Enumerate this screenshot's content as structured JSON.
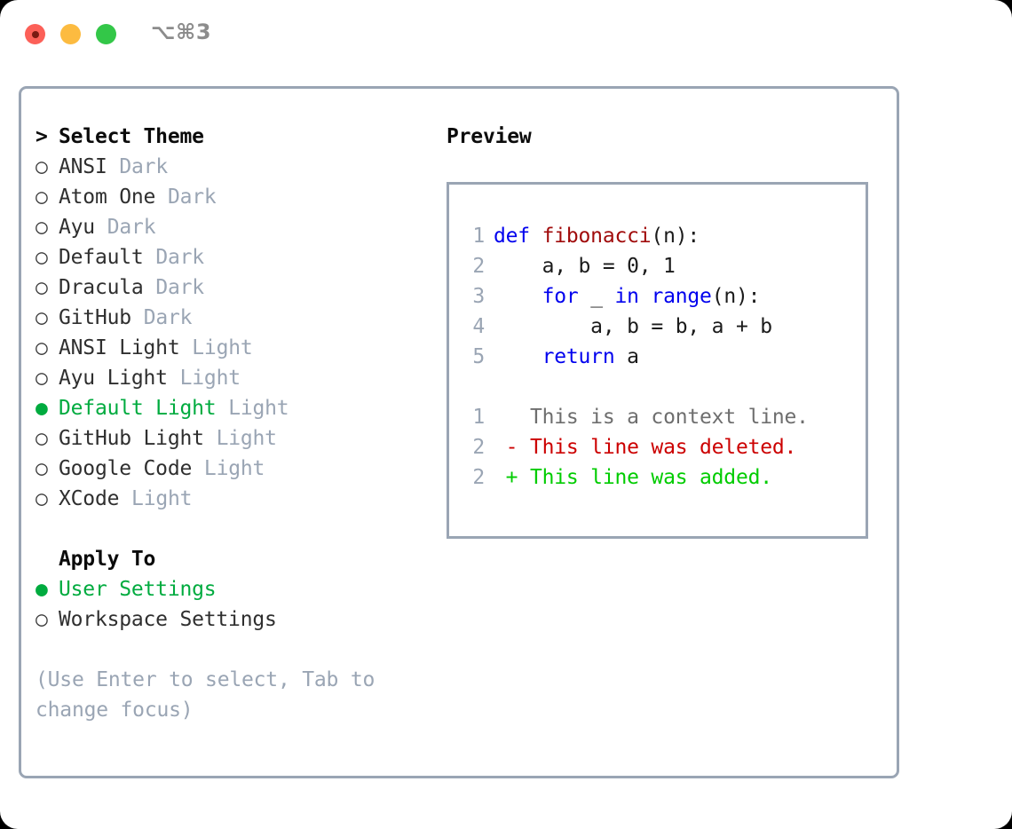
{
  "window": {
    "title": "⌥⌘3",
    "traffic_lights": [
      {
        "name": "close",
        "color": "#fc6058"
      },
      {
        "name": "minimize",
        "color": "#fcbb40"
      },
      {
        "name": "maximize",
        "color": "#33c748"
      }
    ]
  },
  "theme_list": {
    "header": "Select Theme",
    "caret": ">",
    "bullet_unselected": "○",
    "bullet_selected": "●",
    "items": [
      {
        "label": "ANSI",
        "tag": "Dark",
        "selected": false
      },
      {
        "label": "Atom One",
        "tag": "Dark",
        "selected": false
      },
      {
        "label": "Ayu",
        "tag": "Dark",
        "selected": false
      },
      {
        "label": "Default",
        "tag": "Dark",
        "selected": false
      },
      {
        "label": "Dracula",
        "tag": "Dark",
        "selected": false
      },
      {
        "label": "GitHub",
        "tag": "Dark",
        "selected": false
      },
      {
        "label": "ANSI Light",
        "tag": "Light",
        "selected": false
      },
      {
        "label": "Ayu Light",
        "tag": "Light",
        "selected": false
      },
      {
        "label": "Default Light",
        "tag": "Light",
        "selected": true
      },
      {
        "label": "GitHub Light",
        "tag": "Light",
        "selected": false
      },
      {
        "label": "Google Code",
        "tag": "Light",
        "selected": false
      },
      {
        "label": "XCode",
        "tag": "Light",
        "selected": false
      }
    ]
  },
  "apply_to": {
    "header": "Apply To",
    "items": [
      {
        "label": "User Settings",
        "selected": true
      },
      {
        "label": "Workspace Settings",
        "selected": false
      }
    ]
  },
  "hint": "(Use Enter to select, Tab to change focus)",
  "preview": {
    "title": "Preview",
    "code_lines": [
      {
        "num": "1",
        "tokens": [
          {
            "text": "def ",
            "style": "kw"
          },
          {
            "text": "fibonacci",
            "style": "fn"
          },
          {
            "text": "(n):",
            "style": "plain"
          }
        ]
      },
      {
        "num": "2",
        "tokens": [
          {
            "text": "    a, b = 0, 1",
            "style": "plain"
          }
        ]
      },
      {
        "num": "3",
        "tokens": [
          {
            "text": "    ",
            "style": "plain"
          },
          {
            "text": "for",
            "style": "kw"
          },
          {
            "text": " _ ",
            "style": "plain"
          },
          {
            "text": "in",
            "style": "kw"
          },
          {
            "text": " ",
            "style": "plain"
          },
          {
            "text": "range",
            "style": "kw"
          },
          {
            "text": "(n):",
            "style": "plain"
          }
        ]
      },
      {
        "num": "4",
        "tokens": [
          {
            "text": "        a, b = b, a + b",
            "style": "plain"
          }
        ]
      },
      {
        "num": "5",
        "tokens": [
          {
            "text": "    ",
            "style": "plain"
          },
          {
            "text": "return",
            "style": "kw"
          },
          {
            "text": " a",
            "style": "plain"
          }
        ]
      }
    ],
    "diff_lines": [
      {
        "num": "1",
        "marker": " ",
        "text": " This is a context line.",
        "style": "diff-ctx"
      },
      {
        "num": "2",
        "marker": "-",
        "text": " This line was deleted.",
        "style": "diff-del"
      },
      {
        "num": "2",
        "marker": "+",
        "text": " This line was added.",
        "style": "diff-add"
      }
    ]
  },
  "colors": {
    "accent_green": "#00ab3f",
    "muted": "#9aa5b4",
    "border": "#9aa5b4",
    "keyword_blue": "#0000ee",
    "function_red": "#a00b0b",
    "diff_delete": "#cc0000",
    "diff_add": "#00cc00"
  }
}
